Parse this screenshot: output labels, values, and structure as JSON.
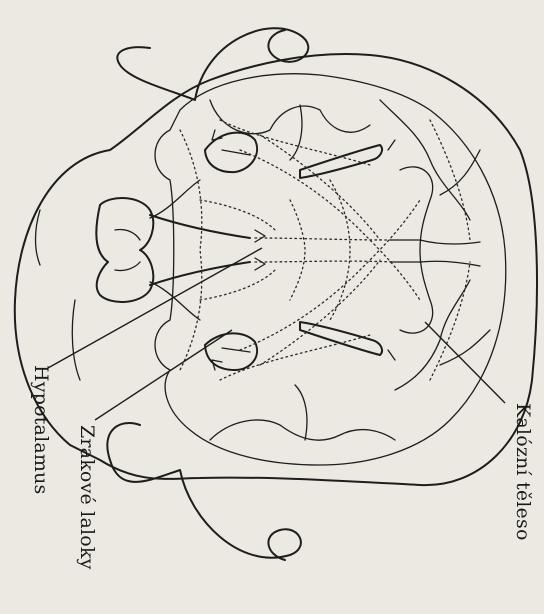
{
  "labels": {
    "hypothalamus": "Hypotalamus",
    "optic_lobes": "Zrakové laloky",
    "corpus_callosum": "Kalózní těleso"
  },
  "colors": {
    "paper": "#ece9e2",
    "ink": "#1d1d1d"
  }
}
